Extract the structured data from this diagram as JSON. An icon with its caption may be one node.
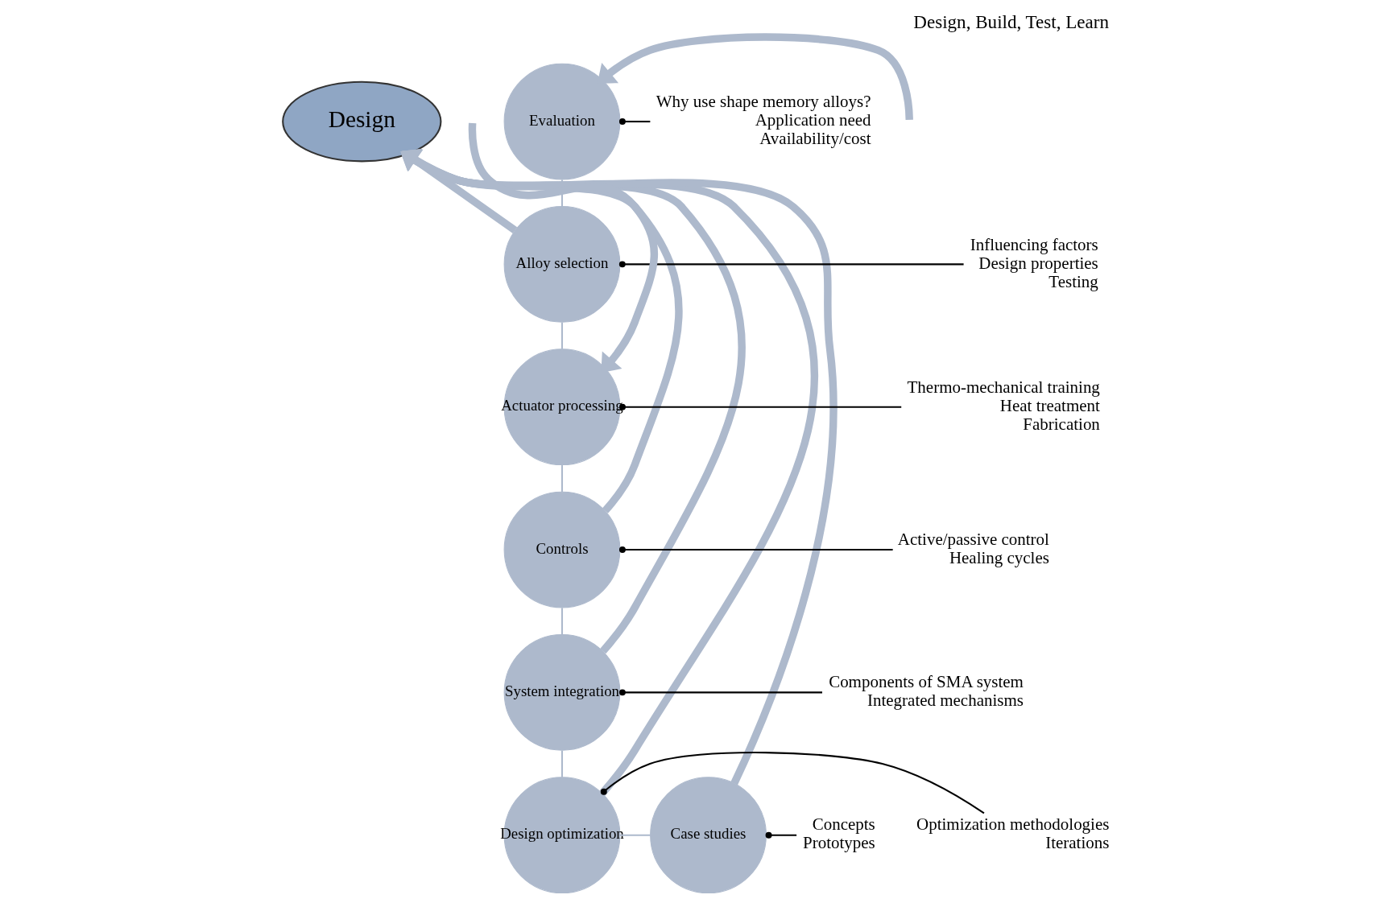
{
  "diagram": {
    "title": "Design, Build, Test, Learn",
    "nodes": [
      {
        "text": [
          "Design"
        ]
      },
      {
        "text": [
          "Evaluation"
        ]
      },
      {
        "text": [
          "Alloy selection"
        ]
      },
      {
        "text": [
          "Actuator processing"
        ]
      },
      {
        "text": [
          "Controls"
        ]
      },
      {
        "text": [
          "System integration"
        ]
      },
      {
        "text": [
          "Design optimization"
        ]
      },
      {
        "text": [
          "Case studies"
        ]
      },
      {
        "text": [
          "Why use shape memory alloys?",
          "Application need",
          "Availability/cost"
        ]
      },
      {
        "text": [
          "Influencing factors",
          "Design properties",
          "Testing"
        ]
      },
      {
        "text": [
          "Thermo-mechanical training",
          "Heat treatment",
          "Fabrication"
        ]
      },
      {
        "text": [
          "Active/passive control",
          "Healing cycles"
        ]
      },
      {
        "text": [
          "Components of SMA system",
          "Integrated mechanisms"
        ]
      },
      {
        "text": [
          "Optimization methodologies",
          "Iterations"
        ]
      },
      {
        "text": [
          "Concepts",
          "Prototypes"
        ]
      }
    ],
    "edges": [
      {
        "from": 1,
        "to": 2,
        "arrow": "none"
      },
      {
        "from": 2,
        "to": 3,
        "arrow": "none"
      },
      {
        "from": 3,
        "to": 4,
        "arrow": "none"
      },
      {
        "from": 4,
        "to": 5,
        "arrow": "none"
      },
      {
        "from": 5,
        "to": 6,
        "arrow": "none"
      },
      {
        "from": 6,
        "to": 7,
        "arrow": "none"
      },
      {
        "from": 2,
        "to": 0,
        "arrow": "to",
        "style": "thick"
      },
      {
        "from": 4,
        "to": 0,
        "arrow": "to",
        "style": "thick"
      },
      {
        "from": 5,
        "to": 0,
        "arrow": "to",
        "style": "thick"
      },
      {
        "from": 6,
        "to": 0,
        "arrow": "to",
        "style": "thick"
      },
      {
        "from": 7,
        "to": 0,
        "arrow": "to",
        "style": "thick"
      },
      {
        "from": null,
        "to": 1,
        "arrow": "to",
        "style": "thick"
      },
      {
        "from": null,
        "to": 3,
        "arrow": "to",
        "style": "thick"
      },
      {
        "from": 8,
        "to": 1,
        "arrow": "other",
        "color": "#000000"
      },
      {
        "from": 9,
        "to": 2,
        "arrow": "other",
        "color": "#000000"
      },
      {
        "from": 10,
        "to": 3,
        "arrow": "other",
        "color": "#000000"
      },
      {
        "from": 11,
        "to": 4,
        "arrow": "other",
        "color": "#000000"
      },
      {
        "from": 12,
        "to": 5,
        "arrow": "other",
        "color": "#000000"
      },
      {
        "from": 13,
        "to": 6,
        "arrow": "other",
        "color": "#000000"
      },
      {
        "from": 14,
        "to": 7,
        "arrow": "other",
        "color": "#000000"
      }
    ]
  }
}
